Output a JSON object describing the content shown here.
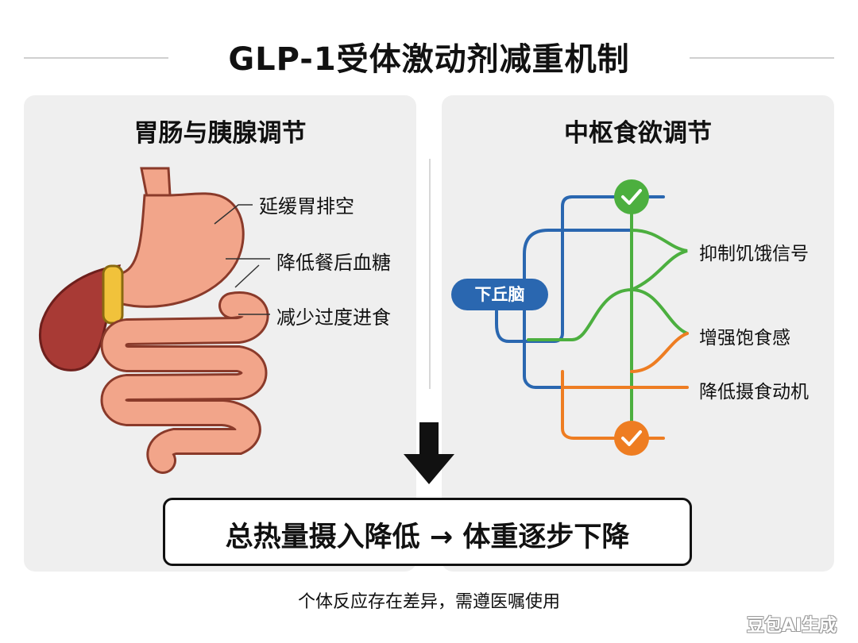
{
  "title": "GLP-1受体激动剂减重机制",
  "left_panel": {
    "title": "胃肠与胰腺调节",
    "labels": [
      "延缓胃排空",
      "降低餐后血糖",
      "减少过度进食"
    ]
  },
  "right_panel": {
    "title": "中枢食欲调节",
    "hub": "下丘脑",
    "labels": [
      "抑制饥饿信号",
      "增强饱食感",
      "降低摄食动机"
    ]
  },
  "result": "总热量摄入降低 → 体重逐步下降",
  "note": "个体反应存在差异，需遵医嘱使用",
  "watermark": "豆包AI生成",
  "colors": {
    "blue": "#2a67b0",
    "green": "#4caf3f",
    "orange": "#ee7d22",
    "stomach": "#f2a58a",
    "liver": "#a83a35",
    "pancreas": "#f1c23b"
  }
}
